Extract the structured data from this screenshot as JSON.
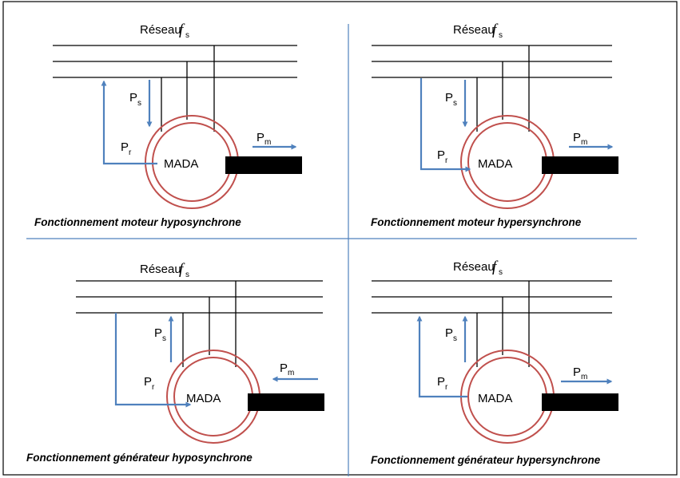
{
  "colors": {
    "arrow": "#4f81bd",
    "ring": "#c0504d",
    "divider": "#4f81bd",
    "line": "#000000",
    "shaft": "#000000"
  },
  "panels": [
    {
      "network_label": "Réseau",
      "network_symbol": "f",
      "network_sub": "s",
      "ps_main": "P",
      "ps_sub": "s",
      "pr_main": "P",
      "pr_sub": "r",
      "pm_main": "P",
      "pm_sub": "m",
      "machine": "MADA",
      "caption": "Fonctionnement moteur hyposynchrone"
    },
    {
      "network_label": "Réseau",
      "network_symbol": "f",
      "network_sub": "s",
      "ps_main": "P",
      "ps_sub": "s",
      "pr_main": "P",
      "pr_sub": "r",
      "pm_main": "P",
      "pm_sub": "m",
      "machine": "MADA",
      "caption": "Fonctionnement moteur hypersynchrone"
    },
    {
      "network_label": "Réseau",
      "network_symbol": "f",
      "network_sub": "s",
      "ps_main": "P",
      "ps_sub": "s",
      "pr_main": "P",
      "pr_sub": "r",
      "pm_main": "P",
      "pm_sub": "m",
      "machine": "MADA",
      "caption": "Fonctionnement générateur hyposynchrone"
    },
    {
      "network_label": "Réseau",
      "network_symbol": "f",
      "network_sub": "s",
      "ps_main": "P",
      "ps_sub": "s",
      "pr_main": "P",
      "pr_sub": "r",
      "pm_main": "P",
      "pm_sub": "m",
      "machine": "MADA",
      "caption": "Fonctionnement générateur hypersynchrone"
    }
  ]
}
